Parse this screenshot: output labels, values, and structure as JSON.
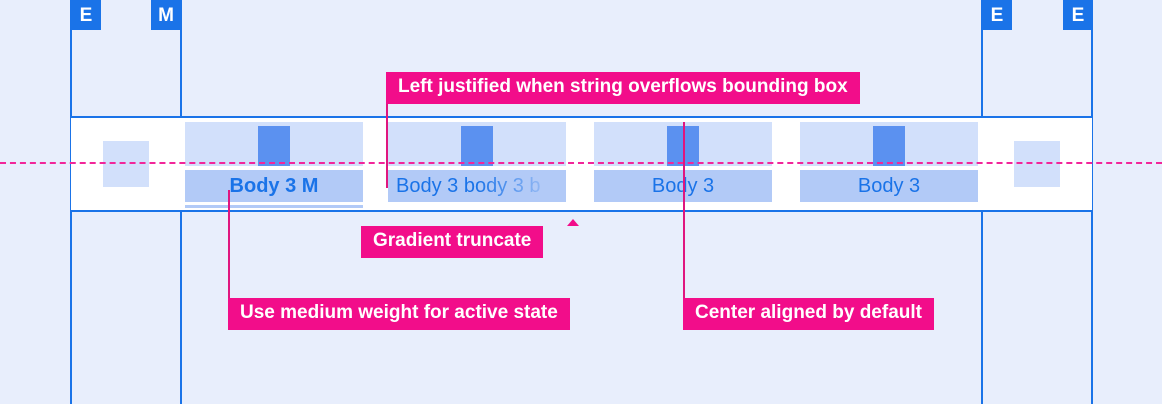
{
  "page": {
    "title": "Tab label specification spec sheet",
    "background_color": "#e8eefc",
    "guide_color": "#1a73e8",
    "annotation_color": "#f20d8a",
    "centerline_color": "#f2259a"
  },
  "edge_badges": [
    {
      "label": "E",
      "name": "edge-badge-e-left"
    },
    {
      "label": "M",
      "name": "margin-badge-m-left"
    },
    {
      "label": "E",
      "name": "edge-badge-e-right-inner"
    },
    {
      "label": "E",
      "name": "edge-badge-e-right-outer"
    }
  ],
  "tabs": [
    {
      "label": "Body 3 M",
      "state": "active",
      "alignment": "center",
      "weight": "medium",
      "truncated": false,
      "icon": "square-icon"
    },
    {
      "label": "Body 3 body 3 b",
      "state": "default",
      "alignment": "left",
      "weight": "regular",
      "truncated": true,
      "icon": "square-icon"
    },
    {
      "label": "Body 3",
      "state": "default",
      "alignment": "center",
      "weight": "regular",
      "truncated": false,
      "icon": "square-icon"
    },
    {
      "label": "Body 3",
      "state": "default",
      "alignment": "center",
      "weight": "regular",
      "truncated": false,
      "icon": "square-icon"
    }
  ],
  "annotations": [
    {
      "text": "Left justified when string overflows bounding box",
      "name": "annotation-left-justified"
    },
    {
      "text": "Gradient truncate",
      "name": "annotation-gradient-truncate"
    },
    {
      "text": "Use medium weight for active state",
      "name": "annotation-medium-weight"
    },
    {
      "text": "Center aligned by default",
      "name": "annotation-center-aligned"
    }
  ]
}
